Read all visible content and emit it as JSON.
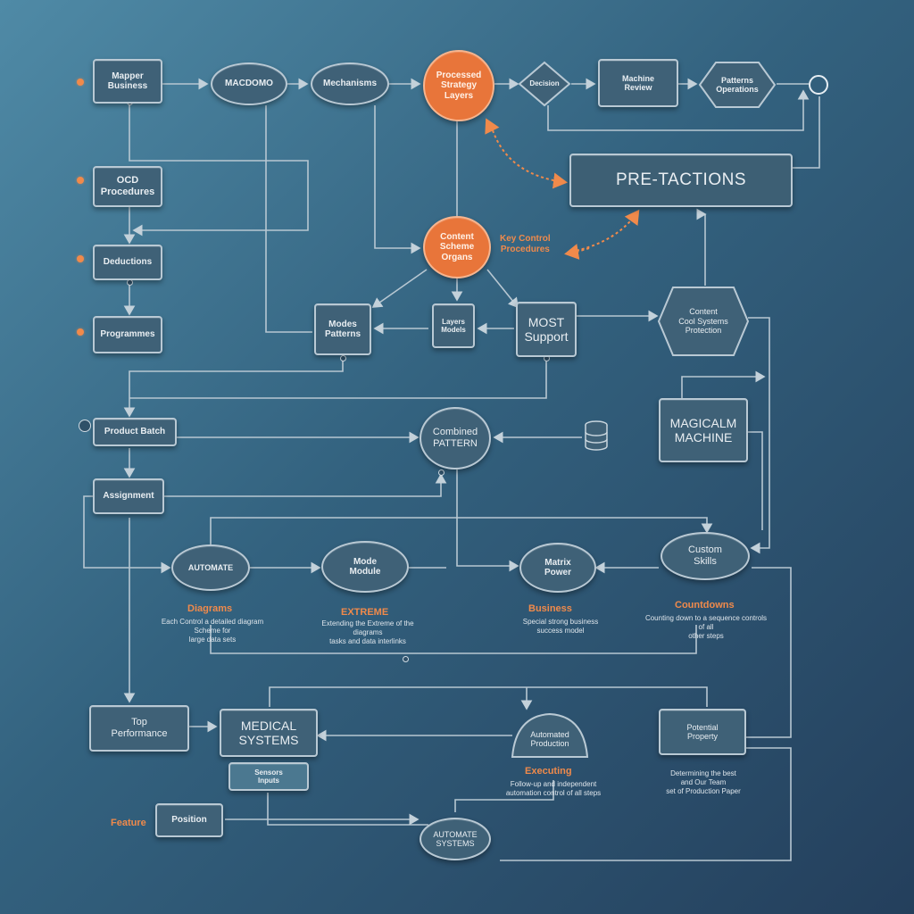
{
  "nodes": {
    "mapper_business": "Mapper\nBusiness",
    "macdomo": "MACDOMO",
    "mechanisms": "Mechanisms",
    "processed_strategy": "Processed\nStrategy\nLayers",
    "decision_small": "Decision",
    "machine_review": "Machine\nReview",
    "pattern_operations": "Patterns\nOperations",
    "pre_tactions": "PRE-TACTIONS",
    "ocd_procedures": "OCD\nProcedures",
    "deductions": "Deductions",
    "programmes": "Programmes",
    "content_scheme": "Content\nScheme\nOrgans",
    "mode_patterns": "Modes\nPatterns",
    "layer_small": "Layers\nModels",
    "most_support": "MOST\nSupport",
    "content_cool_system": "Content\nCool Systems\nProtection",
    "product_batch": "Product Batch",
    "combined_patterns": "Combined\nPATTERN",
    "magical_machine": "MAGICALM\nMACHINE",
    "assignment": "Assignment",
    "autonomy": "AUTOMATE",
    "mode_module": "Mode\nModule",
    "matrix_power": "Matrix\nPower",
    "custom_skills": "Custom\nSkills",
    "top_performance": "Top\nPerformance",
    "medical_systems": "MEDICAL\nSYSTEMS",
    "small_blue_box": "Sensors\nInputs",
    "automated_production": "Automated\nProduction",
    "potential_property": "Potential\nProperty",
    "position": "Position",
    "automate_systems": "AUTOMATE\nSYSTEMS"
  },
  "labels": {
    "key_control_procedures": "Key Control\nProcedures",
    "diagrams": "Diagrams",
    "extreme": "EXTREME",
    "business": "Business",
    "countdowns": "Countdowns",
    "executing": "Executing",
    "feature": "Feature"
  },
  "captions": {
    "diagrams": "Each Control a detailed diagram Scheme for\nlarge data sets",
    "extreme": "Extending the Extreme of the diagrams\ntasks and data interlinks",
    "business": "Special strong business\nsuccess model",
    "countdowns": "Counting down to a sequence controls of all\nother steps",
    "executing": "Follow-up and independent\nautomation control of all steps",
    "potential": "Determining the best\nand Our Team\nset of Production Paper"
  },
  "colors": {
    "background_top": "#4f8aa6",
    "background_bottom": "#243f5c",
    "node_fill": "#3f6177",
    "node_border": "#b9c9d4",
    "accent_orange": "#e8753a",
    "connector": "#b7c7d2"
  },
  "icons": {
    "database": "database-icon",
    "endpoint": "endpoint-circle-icon"
  }
}
